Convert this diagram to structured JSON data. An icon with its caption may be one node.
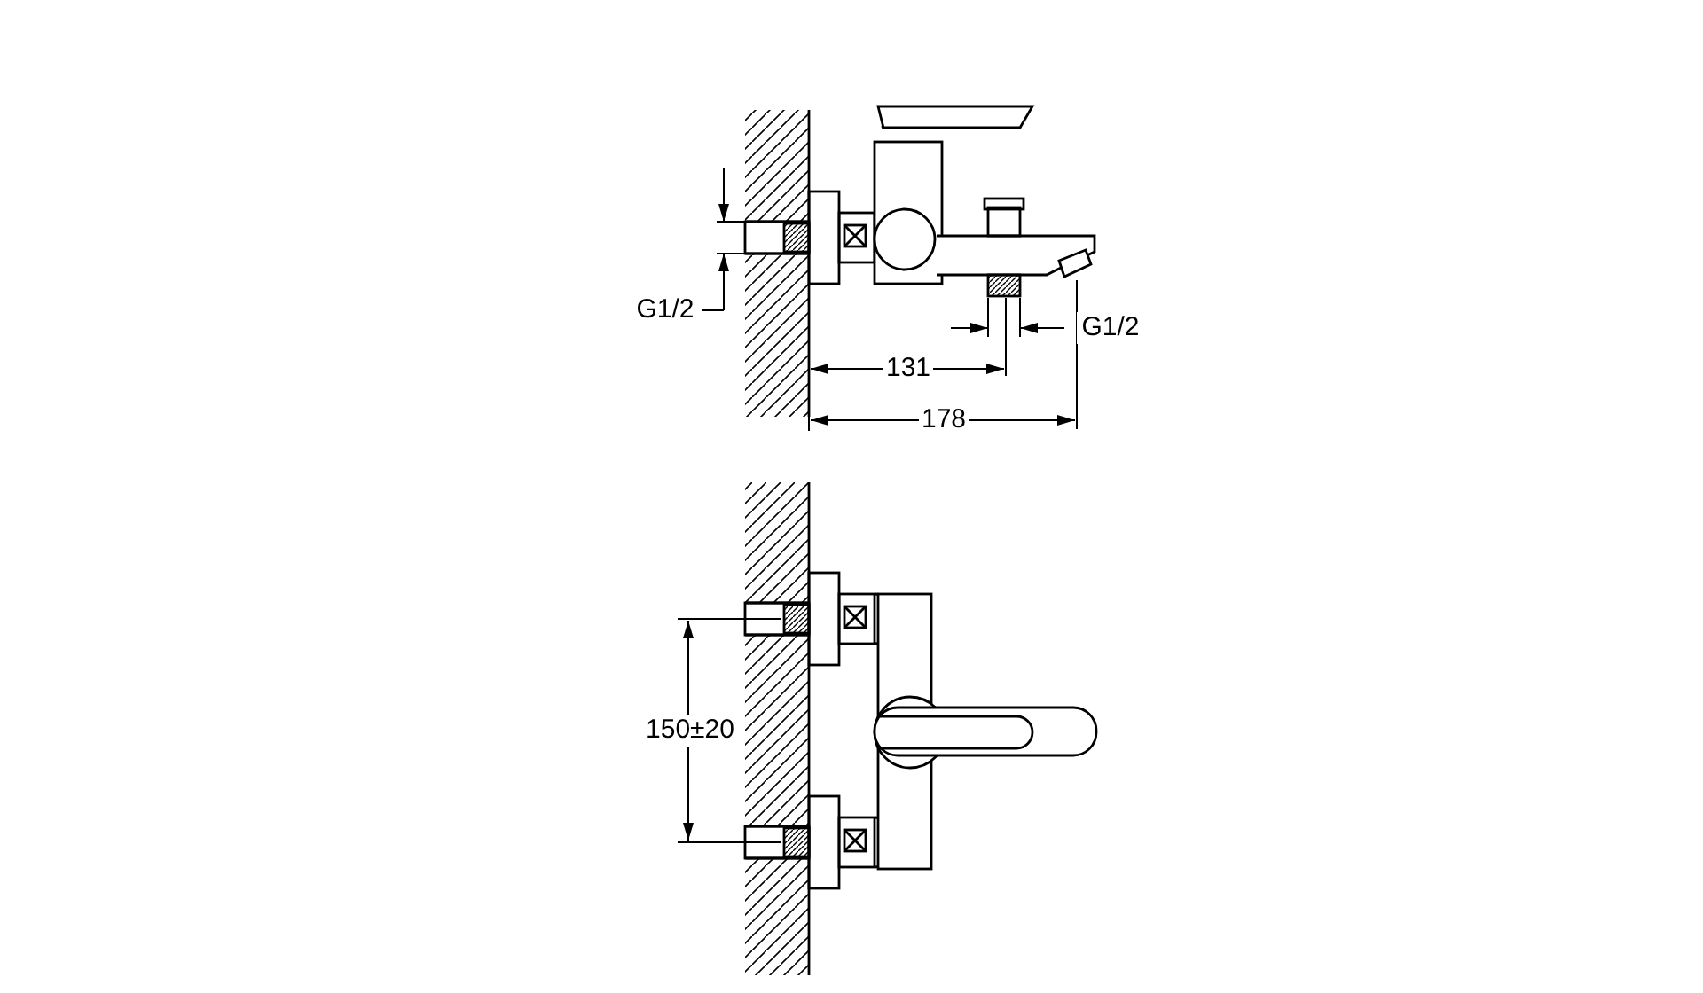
{
  "diagram": {
    "labels": [
      "G1/2",
      "131",
      "178",
      "G1/2",
      "150±20"
    ]
  }
}
